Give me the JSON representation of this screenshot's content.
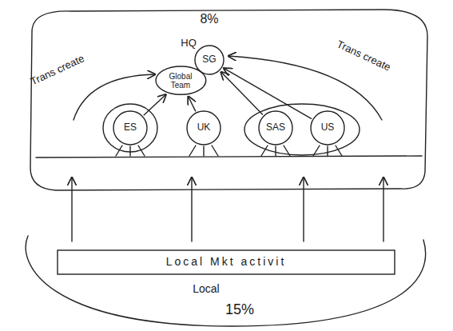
{
  "diagram": {
    "nodes": [
      {
        "text": [
          "SG"
        ]
      },
      {
        "text": [
          "Global Team"
        ]
      },
      {
        "text": [
          "ES"
        ]
      },
      {
        "text": [
          "UK"
        ]
      },
      {
        "text": [
          "SAS"
        ]
      },
      {
        "text": [
          "US"
        ]
      },
      {
        "text": [
          "Local Mkt activit"
        ]
      }
    ],
    "edges": [
      {
        "from": 2,
        "to": 1,
        "arrow": "to"
      },
      {
        "from": 3,
        "to": 1,
        "arrow": "to"
      },
      {
        "from": 4,
        "to": 0,
        "arrow": "to"
      },
      {
        "from": 5,
        "to": 0,
        "arrow": "to"
      },
      {
        "from": 1,
        "to": 0,
        "arrow": "none"
      }
    ],
    "labels": [
      "8%",
      "HQ",
      "Trans create",
      "Trans create",
      "Local",
      "15%"
    ]
  }
}
